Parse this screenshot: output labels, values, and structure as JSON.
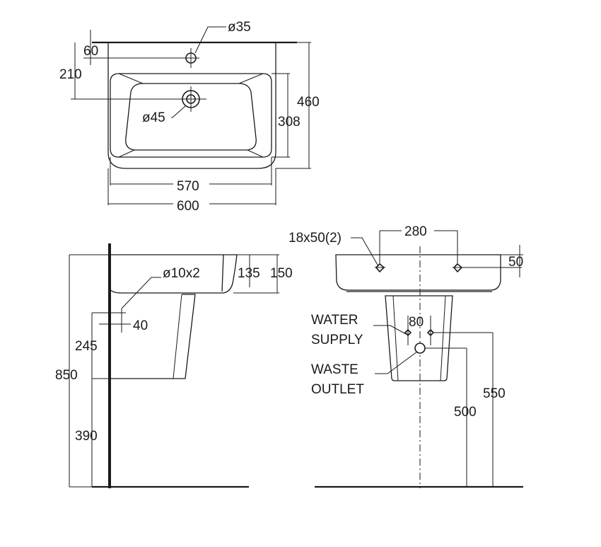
{
  "top_view": {
    "tap_hole": "ø35",
    "tap_offset": "60",
    "waste_depth": "210",
    "waste_hole": "ø45",
    "overall_depth": "460",
    "bowl_depth": "308",
    "bowl_width": "570",
    "overall_width": "600"
  },
  "side_view": {
    "fixing_holes": "ø10x2",
    "rim_height_inner": "135",
    "rim_height_outer": "150",
    "bracket_offset": "40",
    "bracket_height": "245",
    "install_height": "850",
    "pedestal_clearance": "390"
  },
  "front_view": {
    "slot_spec": "18x50(2)",
    "slot_spacing": "280",
    "slot_height": "50",
    "water_supply_label_1": "WATER",
    "water_supply_label_2": "SUPPLY",
    "supply_spacing": "80",
    "waste_outlet_label_1": "WASTE",
    "waste_outlet_label_2": "OUTLET",
    "waste_height": "500",
    "supply_height": "550"
  }
}
